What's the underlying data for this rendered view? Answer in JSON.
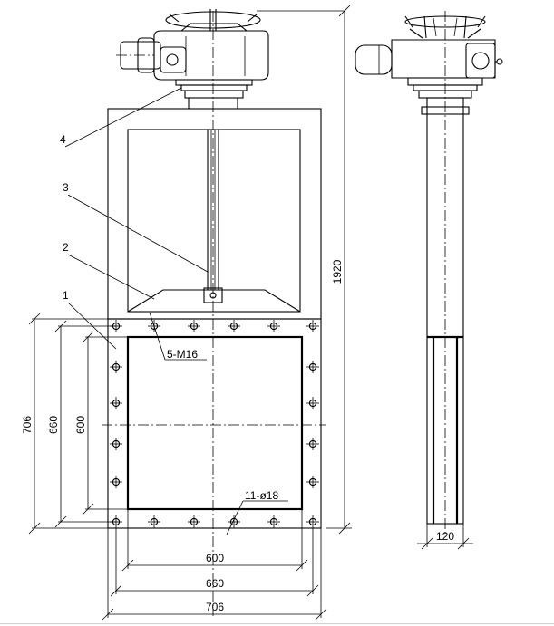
{
  "front_view": {
    "dims": {
      "height_total": "1920",
      "flange_outer_h": "706",
      "bolt_pitch_h": "660",
      "opening_h": "600",
      "opening_w": "600",
      "bolt_pitch_w": "660",
      "flange_outer_w": "706"
    },
    "part_numbers": [
      "1",
      "2",
      "3",
      "4"
    ],
    "notes": {
      "tapped_holes": "5-M16",
      "through_holes": "11-ø18"
    }
  },
  "side_view": {
    "dims": {
      "thickness": "120"
    }
  },
  "colors": {
    "line": "#000000",
    "background": "#ffffff"
  }
}
